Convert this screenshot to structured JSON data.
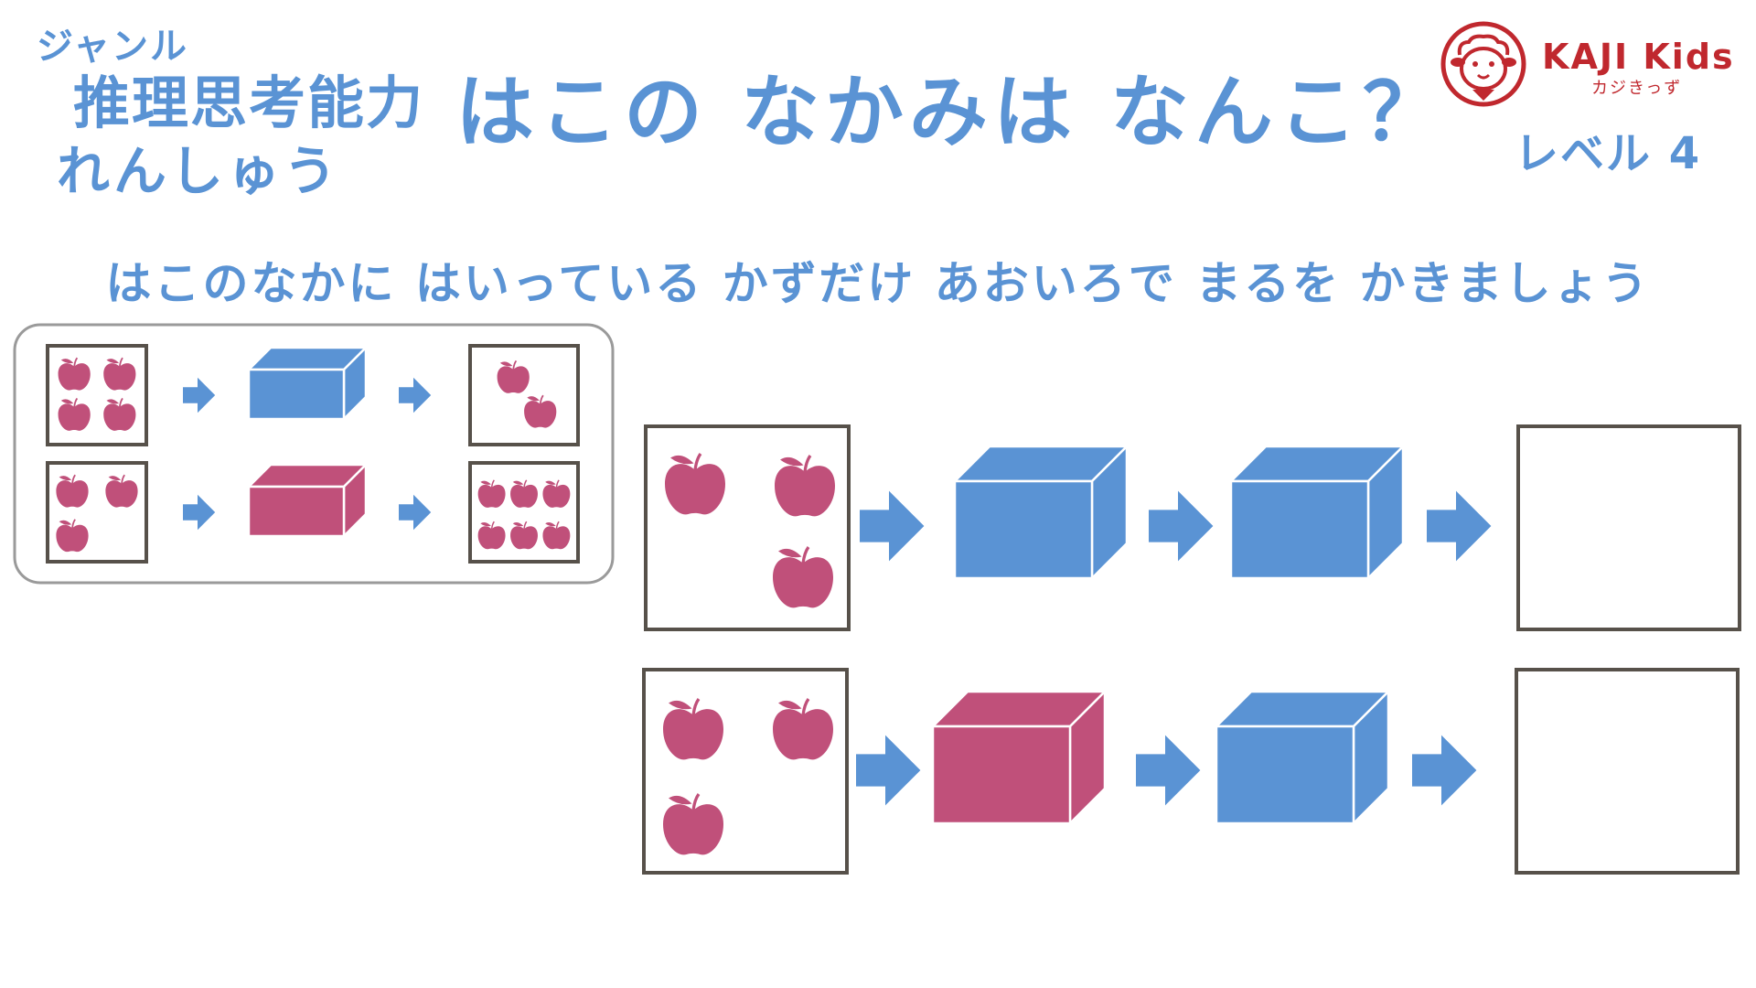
{
  "header": {
    "genre_label": "ジャンル",
    "subject": "推理思考能力",
    "title": "はこの なかみは なんこ？",
    "practice": "れんしゅう",
    "level": "レベル 4"
  },
  "brand": {
    "name_en": "KAJI Kids",
    "name_ja": "カジきっず"
  },
  "instruction": "はこのなかに はいっている かずだけ あおいろで まるを かきましょう",
  "colors": {
    "blue": "#5a93d4",
    "pink": "#c0507a",
    "box_border": "#57514a",
    "brand_red": "#c0282e"
  },
  "example": {
    "rows": [
      {
        "input_apples": 4,
        "box": "blue",
        "output_apples": 2
      },
      {
        "input_apples": 3,
        "box": "pink",
        "output_apples": 6
      }
    ]
  },
  "problems": [
    {
      "input_apples": 3,
      "boxes": [
        "blue",
        "blue"
      ],
      "answer": ""
    },
    {
      "input_apples": 3,
      "boxes": [
        "pink",
        "blue"
      ],
      "answer": ""
    }
  ]
}
